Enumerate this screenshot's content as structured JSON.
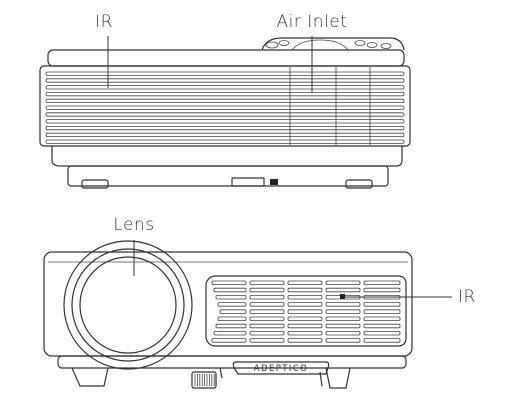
{
  "top_view": {
    "labels": {
      "ir": "IR",
      "air_inlet": "Air Inlet"
    }
  },
  "front_view": {
    "labels": {
      "lens": "Lens",
      "ir": "IR"
    },
    "brand": "ADEPTICO"
  }
}
